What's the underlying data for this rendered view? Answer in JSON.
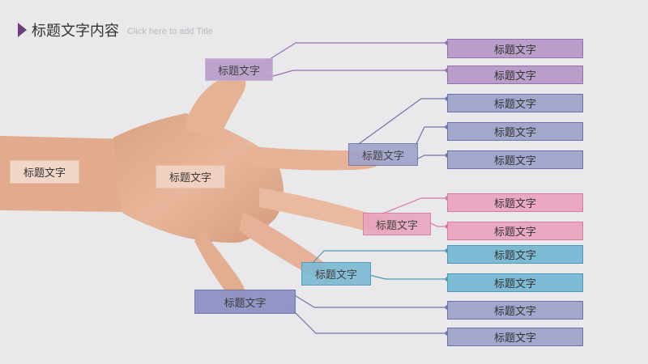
{
  "header": {
    "title": "标题文字内容",
    "subtitle": "Click here to add Title"
  },
  "colors": {
    "purple": "#b89ec9",
    "purple_border": "#9a6fb0",
    "slate": "#a2a7cb",
    "slate_border": "#6f74a8",
    "pink": "#eaa8c3",
    "pink_border": "#d77aa0",
    "teal": "#7dbad4",
    "teal_border": "#4f98b8",
    "skin": "#f0cdb9",
    "skin_border": "#e0b39a"
  },
  "finger_labels": {
    "thumb": "标题文字",
    "index": "标题文字",
    "middle": "标题文字",
    "ring": "标题文字",
    "little": "标题文字"
  },
  "hand_labels": {
    "wrist": "标题文字",
    "palm": "标题文字"
  },
  "callouts": [
    "标题文字",
    "标题文字",
    "标题文字",
    "标题文字",
    "标题文字",
    "标题文字",
    "标题文字",
    "标题文字",
    "标题文字",
    "标题文字",
    "标题文字"
  ]
}
